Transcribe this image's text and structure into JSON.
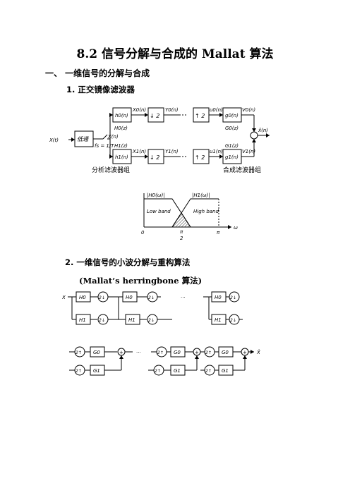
{
  "title": "8.2 信号分解与合成的 Mallat 算法",
  "section1": "一、   一维信号的分解与合成",
  "subsection1": "1.  正交镜像滤波器",
  "subsection2": "2.  一维信号的小波分解与重构算法",
  "subsection2_caption": "(Mallat’s    herringbone 算法)",
  "qmf": {
    "input": "X(t)",
    "lowpass_prefilter": "低通",
    "x_n": "X(n)",
    "sample": "fs = 1/T",
    "h0": "h0(n)",
    "H0": "H0(z)",
    "h1": "h1(n)",
    "H1": "H1(z)",
    "down": "↓ 2",
    "up": "↑ 2",
    "x0": "X0(n)",
    "x1": "X1(n)",
    "y0": "Y0(n)",
    "y1": "Y1(n)",
    "u0": "u0(n)",
    "u1": "u1(n)",
    "g0": "g0(n)",
    "G0": "G0(z)",
    "g1": "g1(n)",
    "G1": "G1(z)",
    "v0": "V0(n)",
    "v1": "V1(n)",
    "output": "x̂(n)",
    "analysis_bank": "分析滤波器组",
    "synthesis_bank": "合成滤波器组"
  },
  "freq": {
    "H0_label": "|H0(ω)|",
    "H1_label": "|H1(ω)|",
    "low_band": "Low band",
    "high_band": "High band",
    "origin": "0",
    "half_pi_num": "π",
    "half_pi_den": "2",
    "pi": "π",
    "axis": "ω"
  },
  "herringbone": {
    "input": "X",
    "H0": "H0",
    "H1": "H1",
    "G0": "G0",
    "G1": "G1",
    "down": "2↓",
    "up": "2↑",
    "plus": "+",
    "dots": "···",
    "output": "X̂"
  }
}
